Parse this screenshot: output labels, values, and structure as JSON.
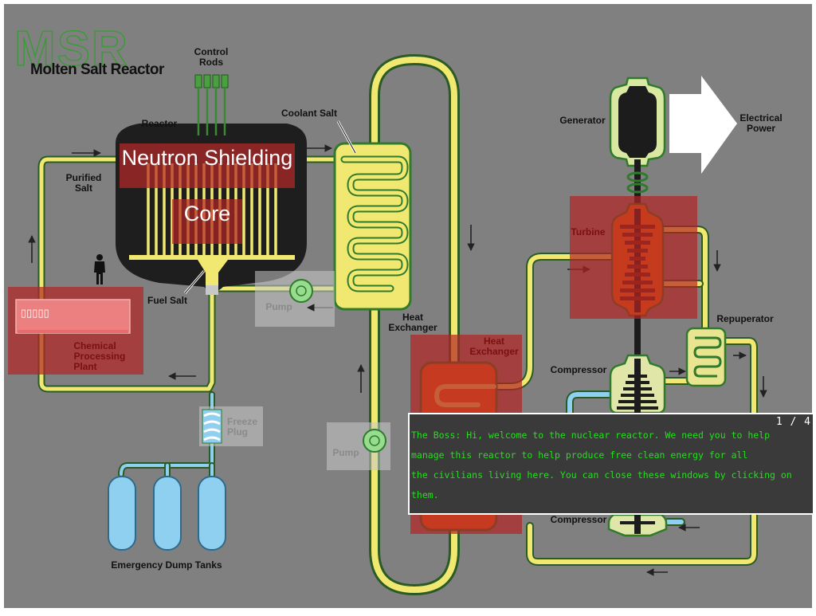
{
  "logo": {
    "letters": "MSR",
    "title": "Molten Salt Reactor"
  },
  "labels": {
    "control_rods_1": "Control",
    "control_rods_2": "Rods",
    "reactor": "Reactor",
    "coolant_salt": "Coolant Salt",
    "purified_salt_1": "Purified",
    "purified_salt_2": "Salt",
    "fuel_salt": "Fuel Salt",
    "heat_exchanger_1": "Heat",
    "heat_exchanger_2": "Exchanger",
    "heat_exchanger2_1": "Heat",
    "heat_exchanger2_2": "Exchanger",
    "generator": "Generator",
    "electrical_power_1": "Electrical",
    "electrical_power_2": "Power",
    "turbine": "Turbine",
    "repuperator": "Repuperator",
    "compressor_top": "Compressor",
    "compressor_bottom": "Compressor",
    "chemical_1": "Chemical",
    "chemical_2": "Processing",
    "chemical_3": "Plant",
    "pump_1": "Pump",
    "pump_2": "Pump",
    "freeze_plug_1": "Freeze",
    "freeze_plug_2": "Plug",
    "dump_tanks": "Emergency Dump Tanks"
  },
  "zones": {
    "neutron_shielding": "Neutron Shielding",
    "core": "Core",
    "chemical_display": "▯▯▯▯▯"
  },
  "dialog": {
    "page": "1 / 4",
    "line1": "The Boss: Hi, welcome to the nuclear reactor. We need you to help",
    "line2": "manage this reactor to help produce free clean energy for all",
    "line3": "the civilians living here. You can close these windows by clicking on",
    "line4": "them."
  },
  "colors": {
    "background": "#808080",
    "highlight": "#b42323",
    "fuel_salt": "#f0e870",
    "pipe_outline": "#2f7a2b",
    "dialog_text": "#22e01c",
    "dialog_bg": "#3a3a3a",
    "hot_salt": "#f07020",
    "cold_water": "#8fd0f0"
  }
}
